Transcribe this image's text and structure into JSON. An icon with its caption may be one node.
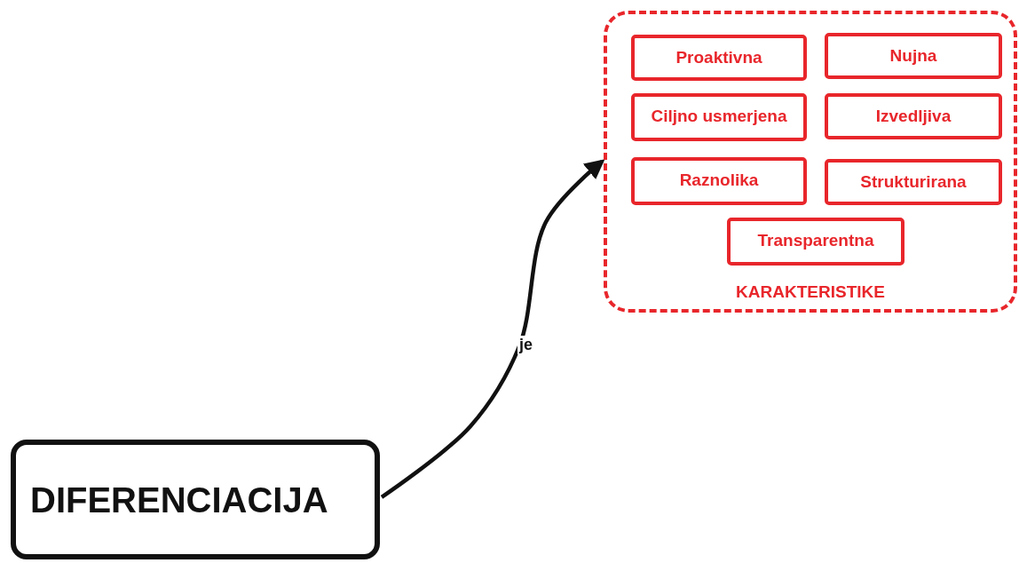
{
  "diagram": {
    "nodes": [
      {
        "text": [
          "KARAKTERISTIKE"
        ]
      },
      {
        "text": [
          "Proaktivna"
        ],
        "in": 0
      },
      {
        "text": [
          "Nujna"
        ],
        "in": 0
      },
      {
        "text": [
          "Ciljno usmerjena"
        ],
        "in": 0
      },
      {
        "text": [
          "Izvedljiva"
        ],
        "in": 0
      },
      {
        "text": [
          "Raznolika"
        ],
        "in": 0
      },
      {
        "text": [
          "Strukturirana"
        ],
        "in": 0
      },
      {
        "text": [
          "Transparentna"
        ],
        "in": 0
      },
      {
        "text": [
          "DIFERENCIACIJA"
        ]
      }
    ],
    "edges": [
      {
        "from": 8,
        "to": 0,
        "arrow": "to",
        "label": "je"
      }
    ]
  }
}
